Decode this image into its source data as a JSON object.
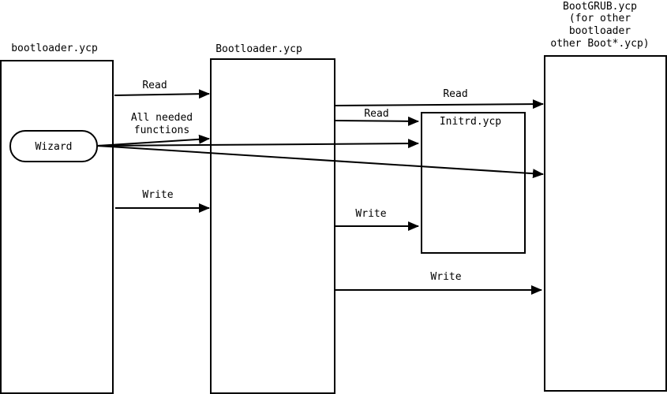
{
  "colors": {
    "line": "#000000",
    "background": "#ffffff"
  },
  "boxes": {
    "left_title": "bootloader.ycp",
    "middle_title": "Bootloader.ycp",
    "right_title_line1": "BootGRUB.ycp",
    "right_title_line2": "(for other",
    "right_title_line3": "bootloader",
    "right_title_line4": "other Boot*.ycp)",
    "inner_title": "Initrd.ycp",
    "wizard_label": "Wizard"
  },
  "arrows": {
    "left_read": "Read",
    "left_functions_line1": "All needed",
    "left_functions_line2": "functions",
    "left_write": "Write",
    "mid_read_right": "Read",
    "mid_read_initrd": "Read",
    "mid_write_initrd": "Write",
    "mid_write_right": "Write"
  }
}
